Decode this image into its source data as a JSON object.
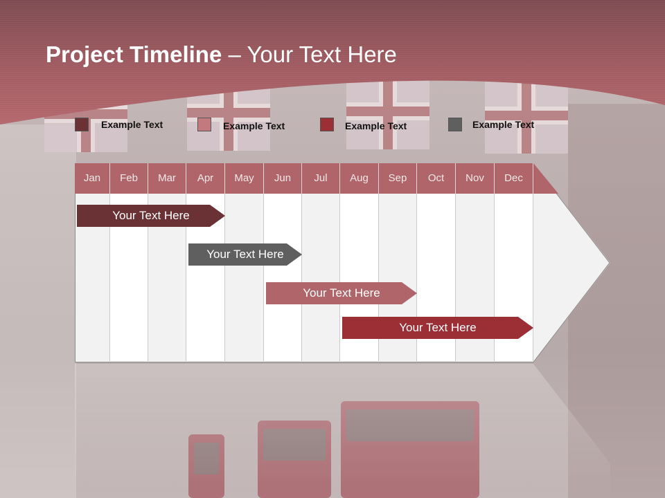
{
  "slide": {
    "title_bold": "Project Timeline",
    "title_rest": " – Your Text Here"
  },
  "legend": [
    {
      "label": "Example Text",
      "color": "#6b3236"
    },
    {
      "label": "Example Text",
      "color": "#c27a7f"
    },
    {
      "label": "Example Text",
      "color": "#9b2f35"
    },
    {
      "label": "Example Text",
      "color": "#5f5f5f"
    }
  ],
  "months": [
    "Jan",
    "Feb",
    "Mar",
    "Apr",
    "May",
    "Jun",
    "Jul",
    "Aug",
    "Sep",
    "Oct",
    "Nov",
    "Dec"
  ],
  "tasks": [
    {
      "label": "Your  Text Here",
      "start_month": "Jan",
      "end_month": "Apr",
      "color": "#6b3236"
    },
    {
      "label": "Your  Text Here",
      "start_month": "Apr",
      "end_month": "Jun",
      "color": "#5f5f5f"
    },
    {
      "label": "Your  Text Here",
      "start_month": "Jun",
      "end_month": "Sep",
      "color": "#b0656a"
    },
    {
      "label": "Your  Text Here",
      "start_month": "Aug",
      "end_month": "Dec",
      "color": "#9b2f35"
    }
  ]
}
